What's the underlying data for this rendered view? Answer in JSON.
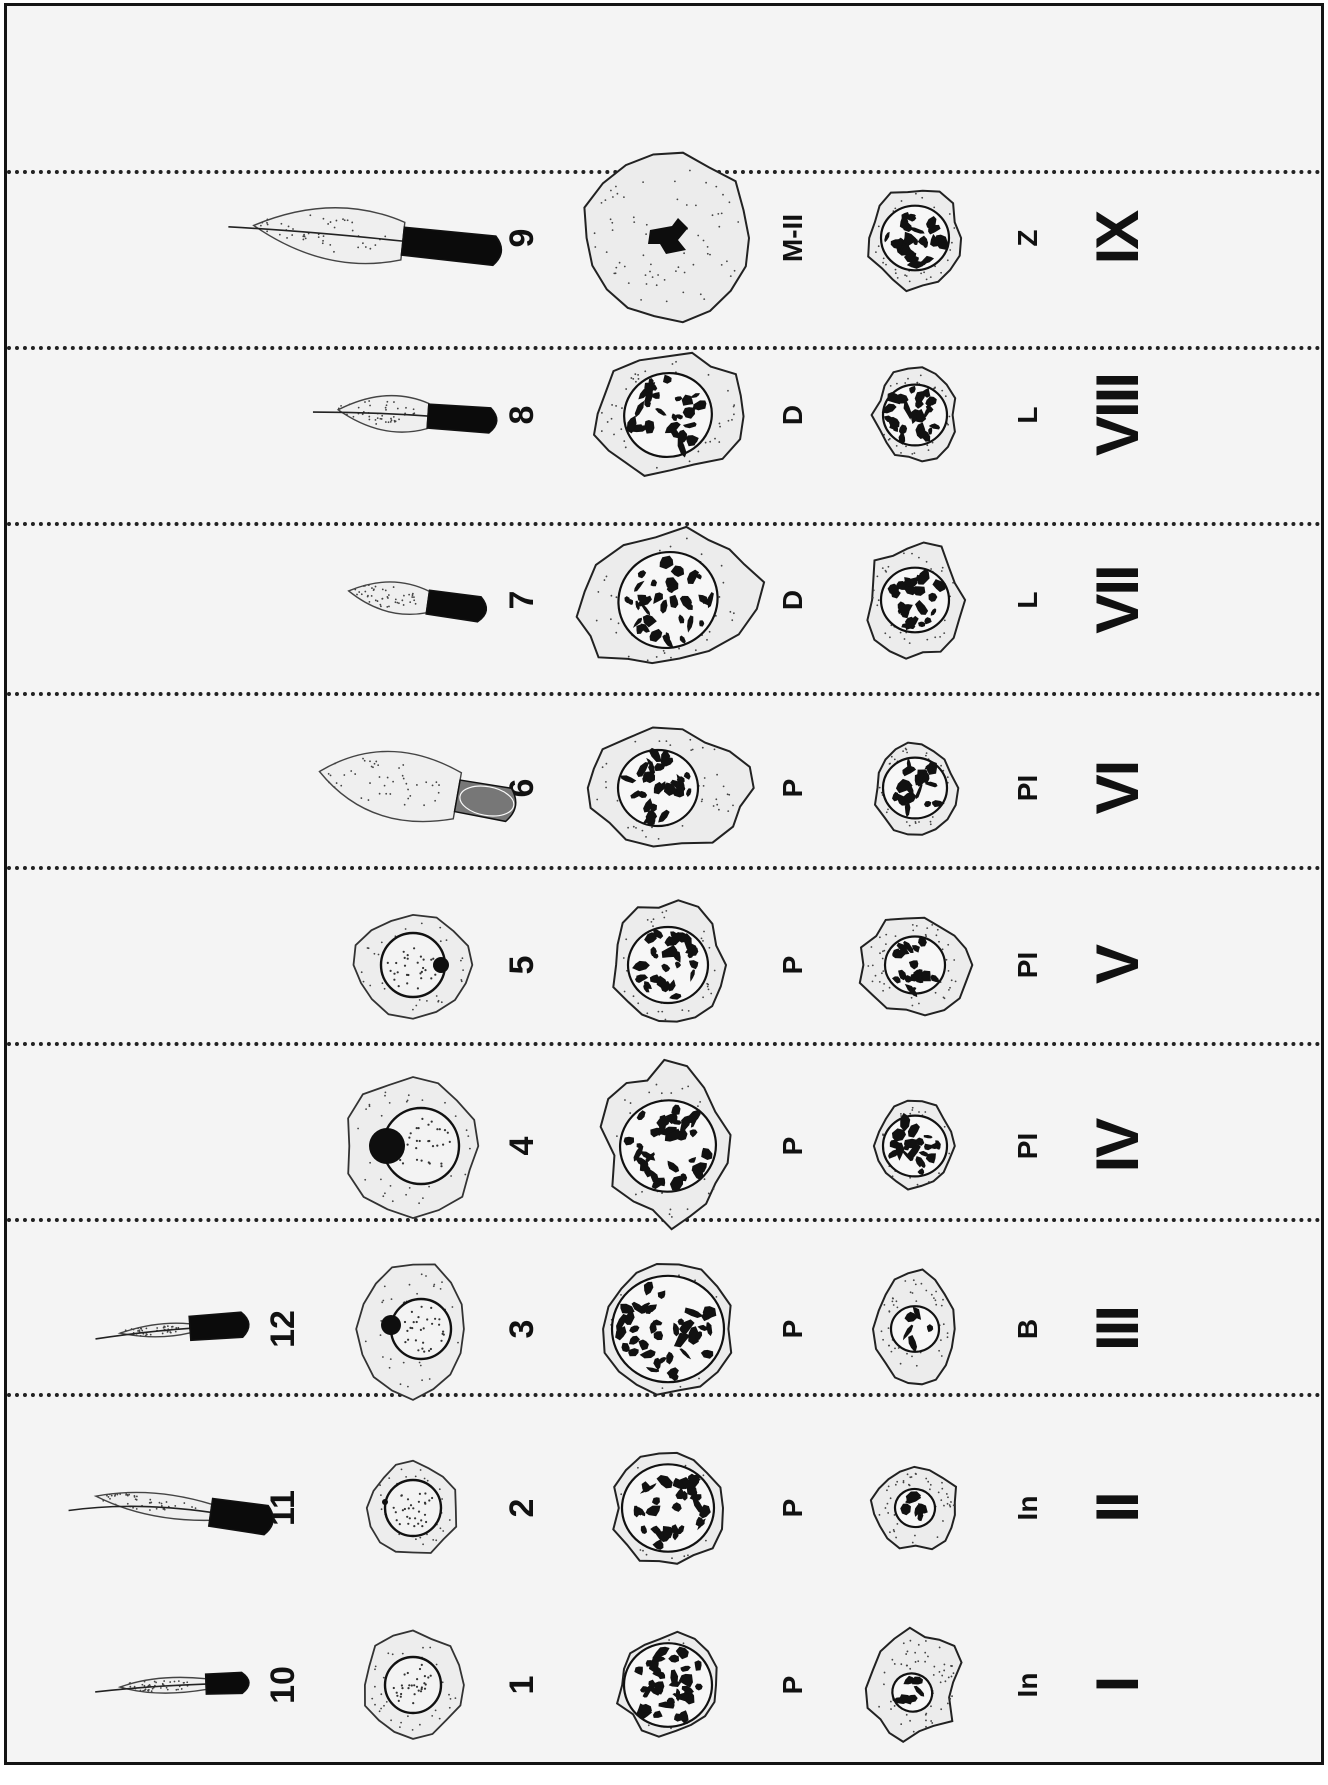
{
  "figure": {
    "columns": [
      {
        "roman": "I",
        "top_number": "1",
        "top_stage": "P",
        "bottom_stage": "In",
        "extra_number": "10"
      },
      {
        "roman": "II",
        "top_number": "2",
        "top_stage": "P",
        "bottom_stage": "In",
        "extra_number": "11"
      },
      {
        "roman": "III",
        "top_number": "3",
        "top_stage": "P",
        "bottom_stage": "B",
        "extra_number": "12"
      },
      {
        "roman": "IV",
        "top_number": "4",
        "top_stage": "P",
        "bottom_stage": "PI",
        "extra_number": ""
      },
      {
        "roman": "V",
        "top_number": "5",
        "top_stage": "P",
        "bottom_stage": "PI",
        "extra_number": ""
      },
      {
        "roman": "VI",
        "top_number": "6",
        "top_stage": "P",
        "bottom_stage": "PI",
        "extra_number": ""
      },
      {
        "roman": "VII",
        "top_number": "7",
        "top_stage": "D",
        "bottom_stage": "L",
        "extra_number": ""
      },
      {
        "roman": "VIII",
        "top_number": "8",
        "top_stage": "D",
        "bottom_stage": "L",
        "extra_number": ""
      },
      {
        "roman": "IX",
        "top_number": "9",
        "top_stage": "M-II",
        "bottom_stage": "Z",
        "extra_number": ""
      }
    ]
  }
}
